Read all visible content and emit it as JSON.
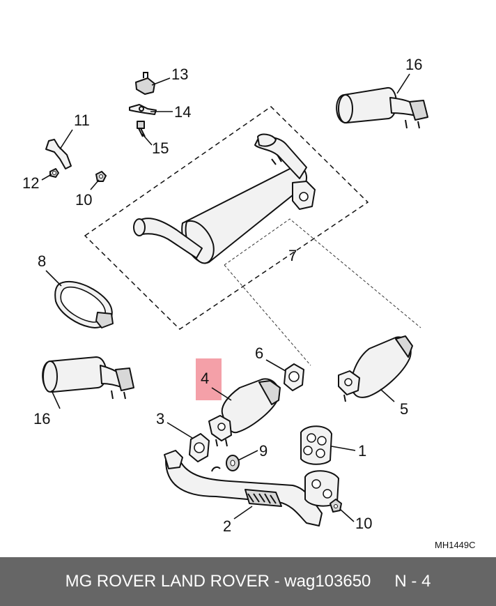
{
  "diagram": {
    "highlight_color": "#f4a0a8",
    "callouts": {
      "c1": "1",
      "c2": "2",
      "c3": "3",
      "c4": "4",
      "c5": "5",
      "c6": "6",
      "c7": "7",
      "c8": "8",
      "c9": "9",
      "c10a": "10",
      "c10b": "10",
      "c11": "11",
      "c12": "12",
      "c13": "13",
      "c14": "14",
      "c15": "15",
      "c16a": "16",
      "c16b": "16"
    },
    "drawing_code": "MH1449C"
  },
  "footer": {
    "brand_text": "MG ROVER LAND ROVER - wag103650",
    "page_ref": "N - 4",
    "background": "#666666"
  }
}
